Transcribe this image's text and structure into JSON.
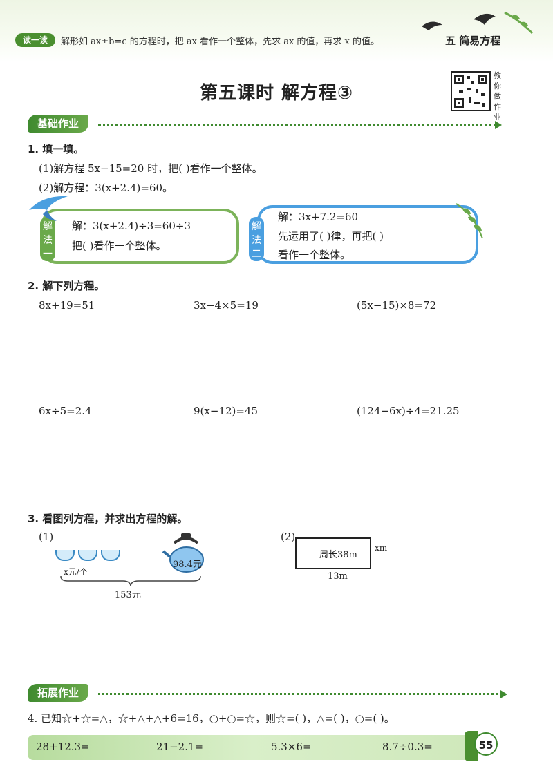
{
  "header": {
    "tip_badge": "读一读",
    "tip_text": "解形如 ax±b=c 的方程时，把 ax 看作一个整体，先求 ax 的值，再求 x 的值。",
    "unit": "五  简易方程"
  },
  "title": "第五课时   解方程③",
  "qr_label": "教你做作业",
  "section1": {
    "label": "基础作业"
  },
  "q1": {
    "heading": "1. 填一填。",
    "item1": "(1)解方程 5x−15=20 时，把(          )看作一个整体。",
    "item2": "(2)解方程：3(x+2.4)=60。",
    "method1_tag": "解法一",
    "method1_line1": "解：3(x+2.4)÷3=60÷3",
    "method1_line2": "把(          )看作一个整体。",
    "method2_tag": "解法二",
    "method2_line1": "解：3x+7.2=60",
    "method2_line2": "先运用了(          )律，再把(          )",
    "method2_line3": "看作一个整体。"
  },
  "q2": {
    "heading": "2. 解下列方程。",
    "eq": [
      "8x+19=51",
      "3x−4×5=19",
      "(5x−15)×8=72",
      "6x÷5=2.4",
      "9(x−12)=45",
      "(124−6x)÷4=21.25"
    ]
  },
  "q3": {
    "heading": "3. 看图列方程，并求出方程的解。",
    "p1_label": "(1)",
    "cup_price": "x元/个",
    "total": "153元",
    "kettle_price": "98.4元",
    "p2_label": "(2)",
    "perimeter": "周长38m",
    "side": "xm",
    "bottom": "13m"
  },
  "section2": {
    "label": "拓展作业"
  },
  "q4": {
    "text": "4. 已知☆+☆=△，☆+△+△+6=16，○+○=☆，则☆=(          )，△=(          )，○=(          )。"
  },
  "footer": {
    "calc": [
      "28+12.3=",
      "21−2.1=",
      "5.3×6=",
      "8.7÷0.3="
    ],
    "page": "55"
  },
  "colors": {
    "green": "#3f8a2f",
    "blue": "#4a9fe0"
  }
}
